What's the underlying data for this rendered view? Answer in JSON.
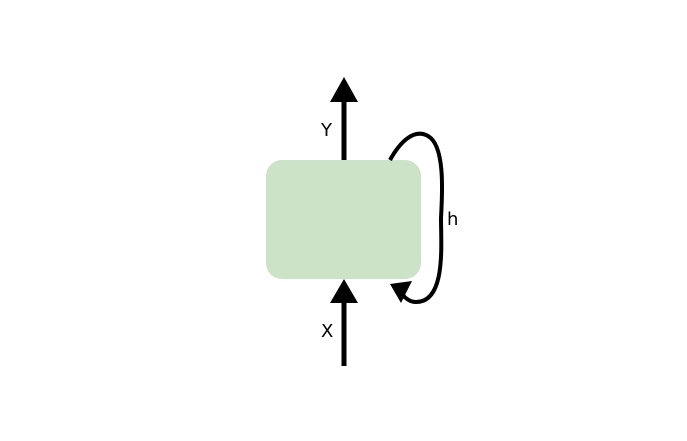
{
  "diagram": {
    "input_label": "X",
    "output_label": "Y",
    "hidden_label": "h",
    "colors": {
      "cell_fill": "#cce3c7",
      "stroke": "#000000"
    }
  }
}
